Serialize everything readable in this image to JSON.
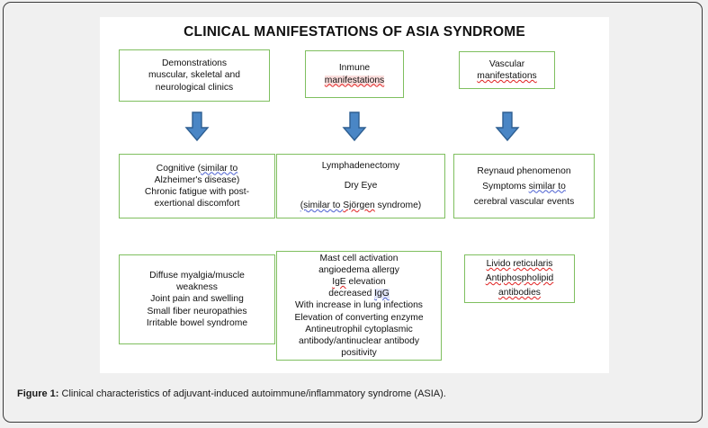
{
  "figure": {
    "title": "CLINICAL MANIFESTATIONS OF ASIA SYNDROME",
    "caption_label": "Figure 1:",
    "caption_text": " Clinical characteristics of adjuvant-induced autoimmune/inflammatory syndrome (ASIA)."
  },
  "colors": {
    "box_border_green": "#7fbf5f",
    "arrow_fill": "#4a86c5",
    "arrow_stroke": "#2e5f92",
    "page_background": "#f0f0f0",
    "panel_background": "#ffffff",
    "spellcheck_red": "#e02020",
    "grammar_blue": "#4a5fd0"
  },
  "row1": {
    "box_musculoskeletal": {
      "line1": "Demonstrations",
      "line2": "muscular, skeletal and",
      "line3": "neurological clinics"
    },
    "box_immune": {
      "line1": "Inmune",
      "line2": "manifestations"
    },
    "box_vascular": {
      "line1": "Vascular",
      "line2": "manifestations"
    }
  },
  "arrows": [
    {
      "name": "arrow-musculoskeletal",
      "glyph": "down-arrow"
    },
    {
      "name": "arrow-immune",
      "glyph": "down-arrow"
    },
    {
      "name": "arrow-vascular",
      "glyph": "down-arrow"
    }
  ],
  "row2": {
    "box_neurologic": {
      "line1a": "Cognitive (",
      "line1b": "similar to",
      "line2": "Alzheimer's disease)",
      "line3": "Chronic fatigue with post-",
      "line4": "exertional discomfort"
    },
    "box_lymphatic": {
      "line1": "Lymphadenectomy",
      "line2": "Dry Eye",
      "line3a": "(similar to ",
      "line3b": "Sjörgen",
      "line3c": " syndrome)"
    },
    "box_reynaud": {
      "line1": "Reynaud phenomenon",
      "line2a": "Symptoms ",
      "line2b": "similar to",
      "line3": "cerebral vascular events"
    }
  },
  "row3": {
    "box_musculoskeletal_detail": {
      "line1": "Diffuse myalgia/muscle",
      "line2": "weakness",
      "line3": "Joint pain and swelling",
      "line4": "Small fiber neuropathies",
      "line5": "Irritable bowel syndrome"
    },
    "box_immune_detail": {
      "line1": "Mast cell activation",
      "line2": "angioedema allergy",
      "line3a": "IgE",
      "line3b": " elevation",
      "line4a": "decreased ",
      "line4b": "IgG",
      "line5": "With increase in lung infections",
      "line6": "Elevation of converting enzyme",
      "line7": "Antineutrophil cytoplasmic",
      "line8": "antibody/antinuclear antibody",
      "line9": "positivity"
    },
    "box_vascular_detail": {
      "line1a": "Livido",
      "line1b": " ",
      "line1c": "reticularis",
      "line2": "Antiphospholipid",
      "line3": "antibodies"
    }
  }
}
